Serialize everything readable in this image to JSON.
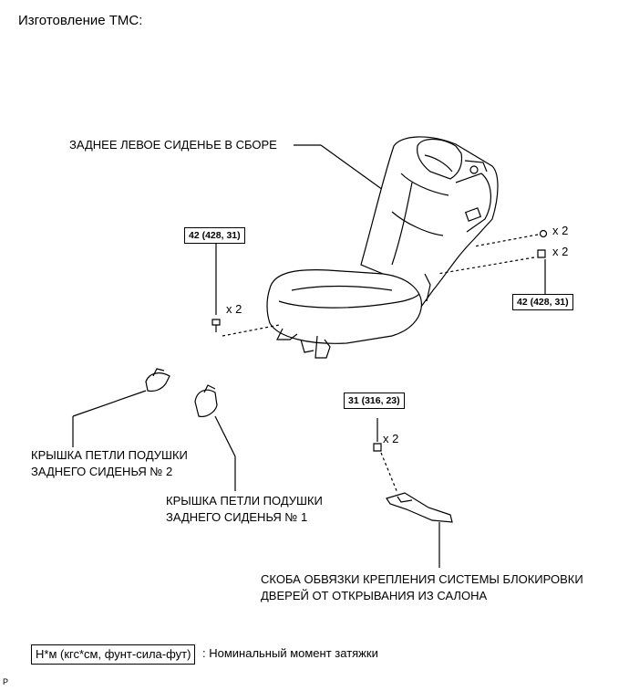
{
  "title": "Изготовление ТМС:",
  "labels": {
    "seat_assembly": "ЗАДНЕЕ ЛЕВОЕ СИДЕНЬЕ В СБОРЕ",
    "hinge_cover_2_line1": "КРЫШКА ПЕТЛИ ПОДУШКИ",
    "hinge_cover_2_line2": "ЗАДНЕГО СИДЕНЬЯ № 2",
    "hinge_cover_1_line1": "КРЫШКА ПЕТЛИ ПОДУШКИ",
    "hinge_cover_1_line2": "ЗАДНЕГО СИДЕНЬЯ № 1",
    "lock_bracket_line1": "СКОБА ОБВЯЗКИ КРЕПЛЕНИЯ СИСТЕМЫ БЛОКИРОВКИ",
    "lock_bracket_line2": "ДВЕРЕЙ ОТ ОТКРЫВАНИЯ ИЗ САЛОНА"
  },
  "torque": {
    "left_bolt": "42 (428, 31)",
    "right_bolt": "42 (428, 31)",
    "bracket_bolt": "31 (316, 23)"
  },
  "quantities": {
    "left_bolt": "x 2",
    "right_upper": "x 2",
    "right_lower": "x 2",
    "bracket_bolt": "x 2"
  },
  "legend": {
    "box": "Н*м (кгс*см, фунт-сила-фут)",
    "text": ": Номинальный момент затяжки"
  },
  "code": "P"
}
